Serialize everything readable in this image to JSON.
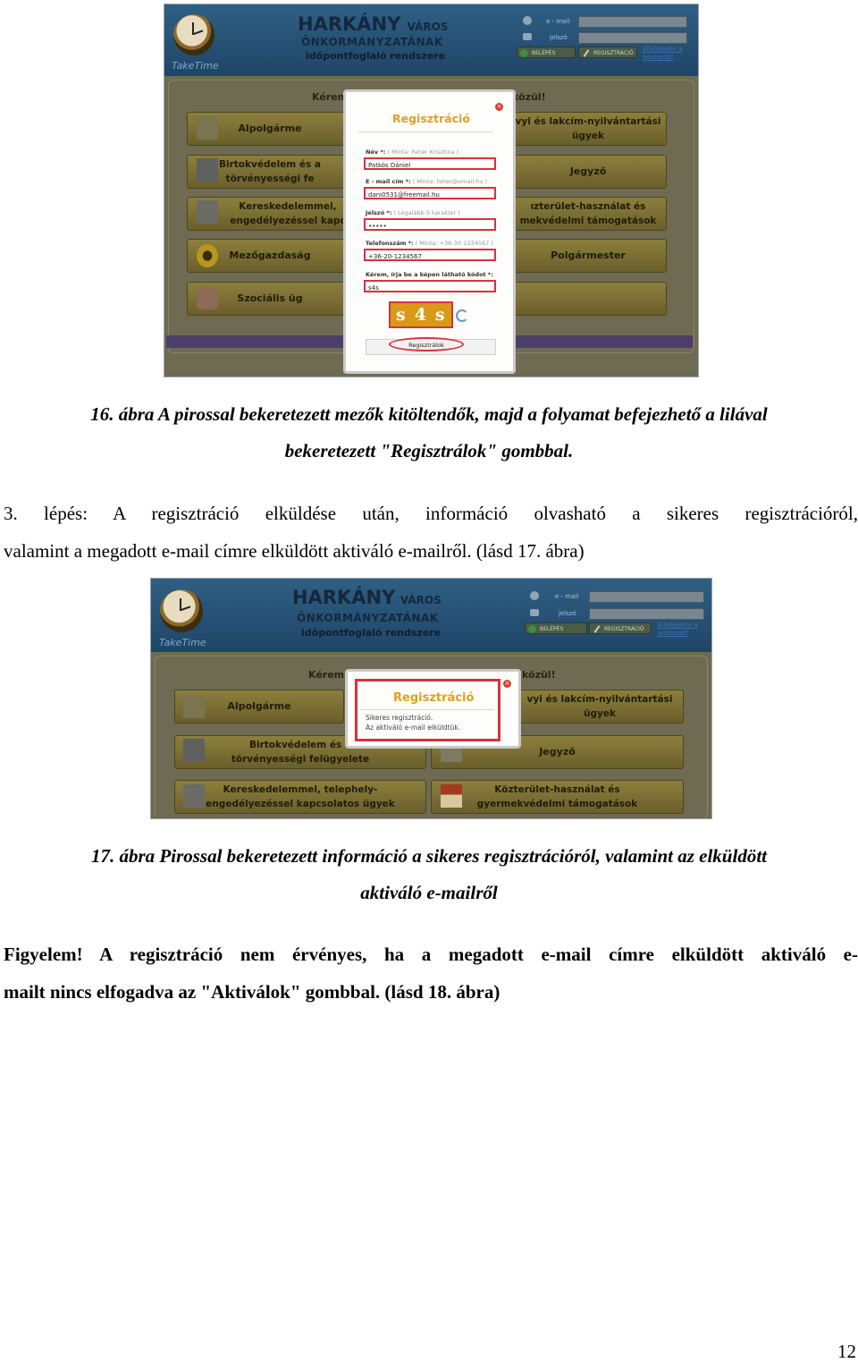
{
  "screenshot1": {
    "brand": {
      "title": "HARKÁNY",
      "title_small": "VÁROS",
      "subtitle": "ÖNKORMÁNYZATÁNAK",
      "system": "időpontfoglaló rendszere",
      "logo_text": "TakeTime"
    },
    "login": {
      "email_label": "e - mail",
      "password_label": "jelszó",
      "login_button": "BELÉPÉS",
      "register_button": "REGISZTRÁCIÓ",
      "forgot_link": "Elfelejtette a jelszavát?"
    },
    "prompt_left": "Kérem",
    "prompt_right": "közül!",
    "menu_left": [
      "Alpolgárme",
      "Birtokvédelem és a\ntörvényességi fe",
      "Kereskedelemmel,\nengedélyezéssel kapc",
      "Mezőgazdaság",
      "Szociális üg"
    ],
    "menu_right": [
      "vyi és lakcím-nyilvántartási\nügyek",
      "Jegyző",
      "ızterület-használat és\nmekvédelmi támogatások",
      "Polgármester",
      ""
    ],
    "modal": {
      "title": "Regisztráció",
      "close": "×",
      "fields": [
        {
          "label": "Név *:",
          "hint": "( Minta: Fehér Krisztina )",
          "value": "Patkós Dániel"
        },
        {
          "label": "E - mail cím *:",
          "hint": "( Minta: feher@email.hu )",
          "value": "dani0531@freemail.hu"
        },
        {
          "label": "Jelszó *:",
          "hint": "( Legalább 5 karakter )",
          "value": "•••••"
        },
        {
          "label": "Telefonszám *:",
          "hint": "( Minta: +36-30-1234567 )",
          "value": "+36-20-1234567"
        },
        {
          "label": "Kérem, írja be a képen látható kódot *:",
          "hint": "",
          "value": "s4s"
        }
      ],
      "captcha": "s4s",
      "submit": "Regisztrálok"
    }
  },
  "caption16": {
    "line1": "16. ábra A pirossal bekeretezett mezők kitöltendők, majd a folyamat befejezhető a lilával",
    "line2": "bekeretezett \"Regisztrálok\" gombbal."
  },
  "step3": {
    "line1": "3. lépés: A regisztráció elküldése után, információ olvasható a sikeres regisztrációról,",
    "line2": "valamint a megadott e-mail címre elküldött aktiváló e-mailről. (lásd 17. ábra)"
  },
  "screenshot2": {
    "brand": {
      "title": "HARKÁNY",
      "title_small": "VÁROS",
      "subtitle": "ÖNKORMÁNYZATÁNAK",
      "system": "időpontfoglaló rendszere",
      "logo_text": "TakeTime"
    },
    "login": {
      "email_label": "e - mail",
      "password_label": "jelszó",
      "login_button": "BELÉPÉS",
      "register_button": "REGISZTRÁCIÓ",
      "forgot_link": "Elfelejtette a jelszavát?"
    },
    "prompt_left": "Kérem",
    "prompt_right": "közül!",
    "menu_left": [
      "Alpolgárme",
      "Birtokvédelem és a\ntörvényességi felügyelete",
      "Kereskedelemmel, telephely-\nengedélyezéssel kapcsolatos ügyek"
    ],
    "menu_right": [
      "vyi és lakcím-nyilvántartási\nügyek",
      "Jegyző",
      "Közterület-használat és\ngyermekvédelmi támogatások"
    ],
    "modal": {
      "title": "Regisztráció",
      "close": "×",
      "info_line1": "Sikeres regisztráció.",
      "info_line2": "Az aktiváló e-mail elküldtük."
    }
  },
  "caption17": {
    "line1": "17. ábra Pirossal bekeretezett információ a sikeres regisztrációról, valamint az elküldött",
    "line2": "aktiváló e-mailről"
  },
  "warning": {
    "line1": "Figyelem! A regisztráció nem érvényes, ha a megadott e-mail címre elküldött aktiváló e-",
    "line2": "mailt nincs elfogadva az \"Aktiválok\" gombbal. (lásd 18. ábra)"
  },
  "page_number": "12"
}
